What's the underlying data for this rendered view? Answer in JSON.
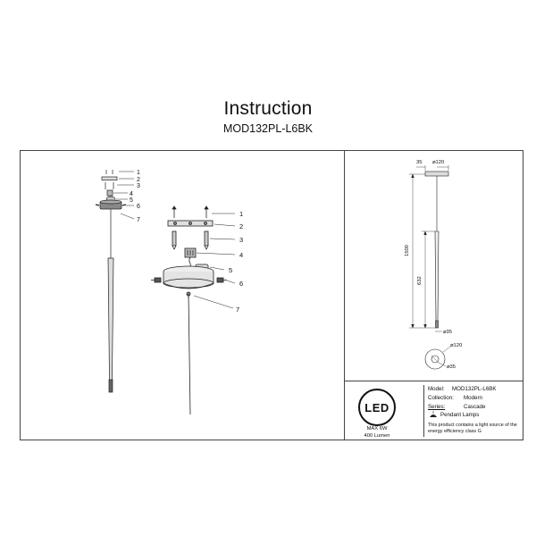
{
  "header": {
    "title": "Instruction",
    "model_code": "MOD132PL-L6BK"
  },
  "assembly": {
    "small_callouts": [
      "1",
      "2",
      "3",
      "4",
      "5",
      "6",
      "7"
    ],
    "large_callouts": [
      "1",
      "2",
      "3",
      "4",
      "5",
      "6",
      "7"
    ]
  },
  "dimensions": {
    "top_width": "35",
    "canopy_diameter": "⌀120",
    "total_height": "1500",
    "body_length": "632",
    "tip_diameter": "⌀35",
    "plan_outer": "⌀120",
    "plan_inner": "⌀35"
  },
  "specs": {
    "led_logo": "LED",
    "power": "MAX 6W",
    "lumen": "400 Lumen",
    "model_label": "Model:",
    "model_value": "MOD132PL-L6BK",
    "collection_label": "Collection:",
    "collection_value": "Modern",
    "series_label": "Series:",
    "series_value": "Cascade",
    "type_value": "Pendant Lamps",
    "energy_note_line1": "This product contains a light source of the",
    "energy_note_line2": "energy efficiency class G"
  }
}
